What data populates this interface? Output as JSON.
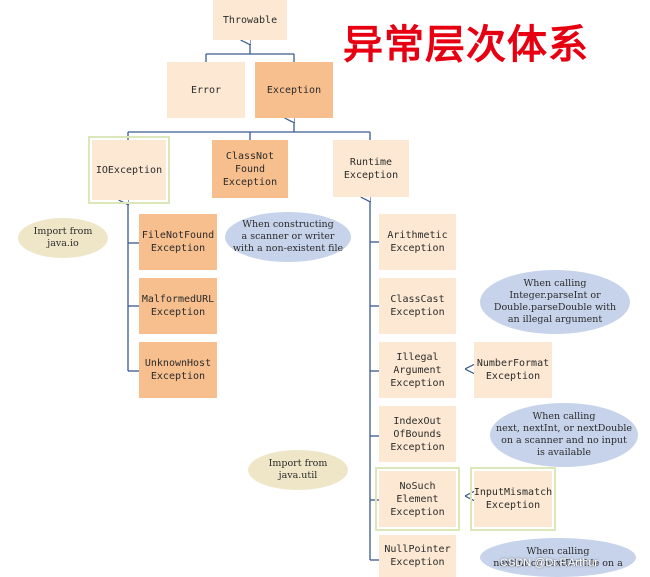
{
  "title": "异常层次体系",
  "classes": {
    "throwable": "Throwable",
    "error": "Error",
    "exception": "Exception",
    "io_exception": "IOException",
    "class_not_found": "ClassNot\nFound\nException",
    "runtime": "Runtime\nException",
    "file_not_found": "FileNotFound\nException",
    "malformed_url": "MalformedURL\nException",
    "unknown_host": "UnknownHost\nException",
    "arithmetic": "Arithmetic\nException",
    "class_cast": "ClassCast\nException",
    "illegal_argument": "Illegal\nArgument\nException",
    "number_format": "NumberFormat\nException",
    "index_out_of_bounds": "IndexOut\nOfBounds\nException",
    "no_such_element": "NoSuch\nElement\nException",
    "input_mismatch": "InputMismatch\nException",
    "null_pointer": "NullPointer\nException"
  },
  "notes": {
    "import_java_io": "Import from\njava.io",
    "file_not_found_note": "When constructing\na scanner or writer\nwith a non-existent file",
    "number_format_note": "When calling\nInteger.parseInt or\nDouble.parseDouble with\nan illegal argument",
    "import_java_util": "Import from\njava.util",
    "no_such_element_note": "When calling\nnext, nextInt, or nextDouble\non a scanner and no input\nis available",
    "input_mismatch_note": "When calling\nnextInt or nextDouble on a"
  },
  "watermark": "CSDN @Dr.F.Arthur",
  "colors": {
    "title_red": "#e60012",
    "box_light": "#fde9d3",
    "box_dark": "#f7bf8e",
    "bubble_blue": "#c7d3ea",
    "bubble_tan": "#efe6c8",
    "line_blue": "#3a5a8c"
  }
}
